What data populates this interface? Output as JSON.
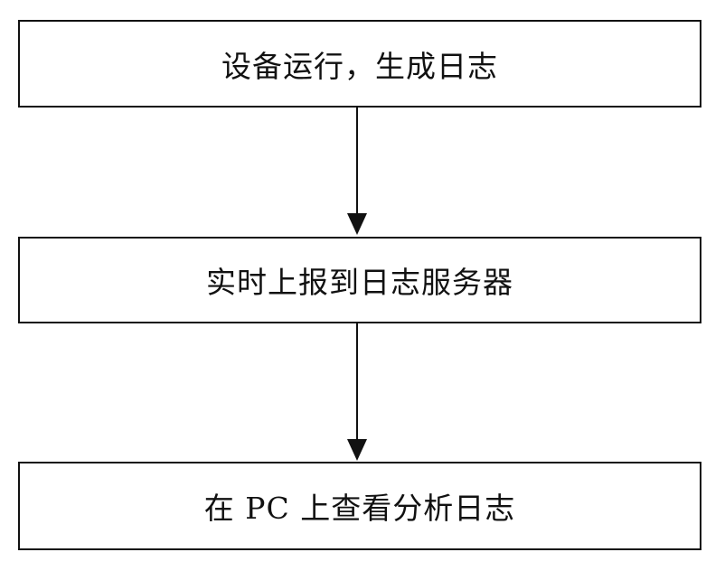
{
  "steps": [
    {
      "label": "设备运行，生成日志"
    },
    {
      "label": "实时上报到日志服务器"
    },
    {
      "label": "在 PC 上查看分析日志"
    }
  ],
  "colors": {
    "stroke": "#111111",
    "background": "#ffffff"
  }
}
